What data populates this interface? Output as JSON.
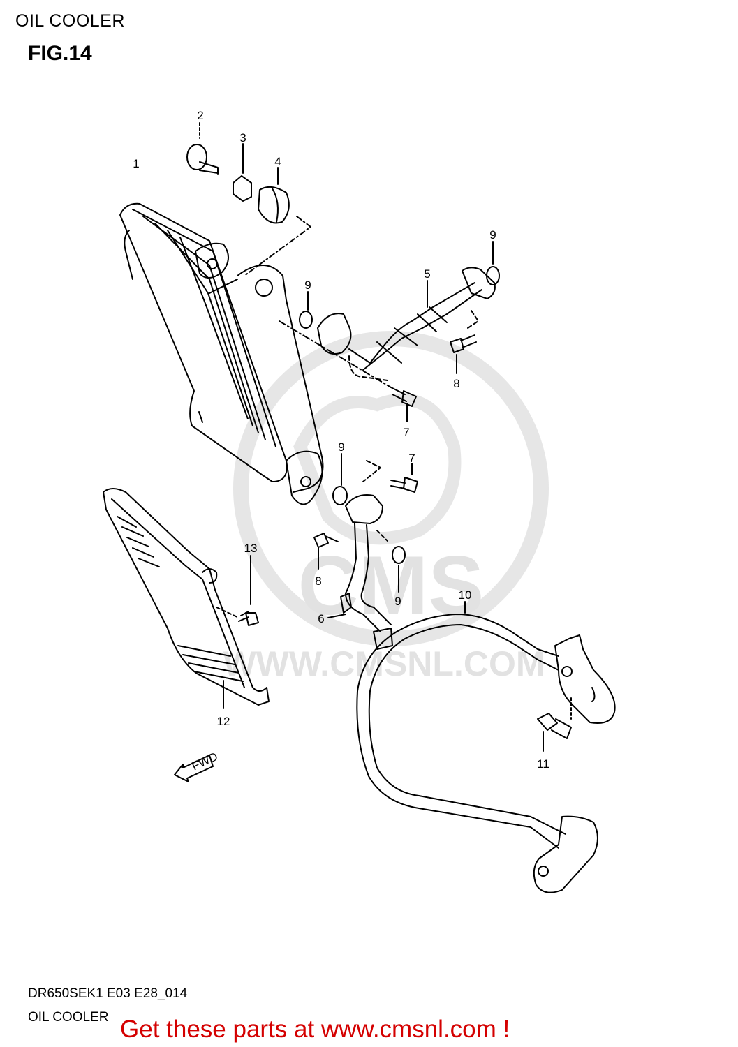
{
  "header": {
    "title": "OIL COOLER",
    "figure": "FIG.14"
  },
  "watermark": {
    "text": "WWW.CMSNL.COM",
    "logo": "CMS"
  },
  "arrow": {
    "label": "FWD"
  },
  "parts": [
    {
      "id": "p1",
      "number": "1"
    },
    {
      "id": "p2",
      "number": "2"
    },
    {
      "id": "p3",
      "number": "3"
    },
    {
      "id": "p4",
      "number": "4"
    },
    {
      "id": "p5",
      "number": "5"
    },
    {
      "id": "p6",
      "number": "6"
    },
    {
      "id": "p7a",
      "number": "7"
    },
    {
      "id": "p7b",
      "number": "7"
    },
    {
      "id": "p8a",
      "number": "8"
    },
    {
      "id": "p8b",
      "number": "8"
    },
    {
      "id": "p9a",
      "number": "9"
    },
    {
      "id": "p9b",
      "number": "9"
    },
    {
      "id": "p9c",
      "number": "9"
    },
    {
      "id": "p9d",
      "number": "9"
    },
    {
      "id": "p10",
      "number": "10"
    },
    {
      "id": "p11",
      "number": "11"
    },
    {
      "id": "p12",
      "number": "12"
    },
    {
      "id": "p13",
      "number": "13"
    }
  ],
  "footer": {
    "model_code": "DR650SEK1 E03 E28_014",
    "title": "OIL COOLER",
    "promo": "Get these parts at www.cmsnl.com !"
  },
  "colors": {
    "promo": "#d40000",
    "line": "#000000",
    "watermark": "#e2e2e2"
  }
}
